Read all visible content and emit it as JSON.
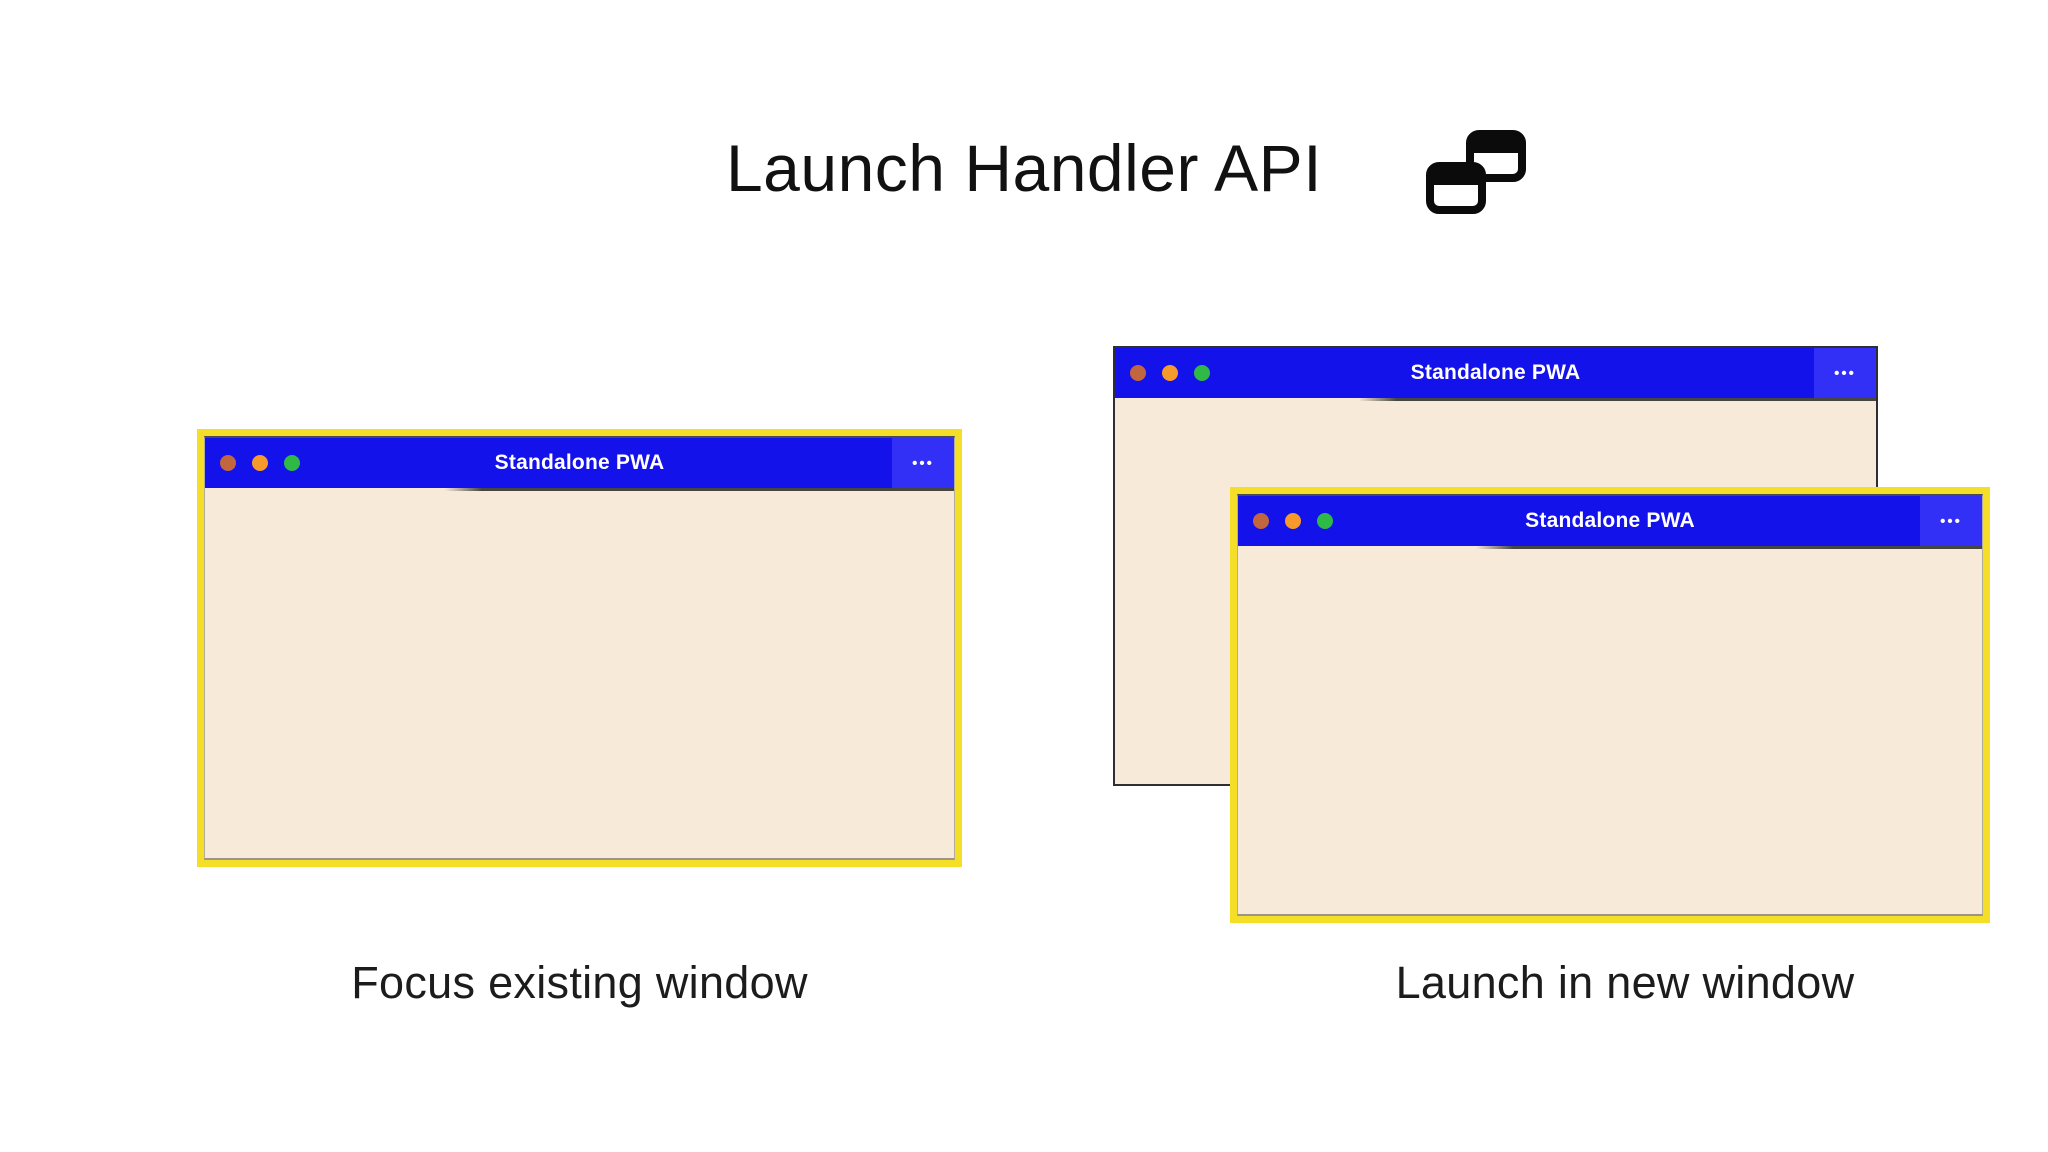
{
  "header": {
    "title": "Launch Handler API",
    "icon": "overlapping-windows-icon"
  },
  "scenarios": {
    "left": {
      "caption": "Focus existing window",
      "window": {
        "title": "Standalone PWA",
        "menu_glyph": "•••",
        "highlighted": true
      }
    },
    "right": {
      "caption": "Launch in new window",
      "back_window": {
        "title": "Standalone PWA",
        "menu_glyph": "•••",
        "highlighted": false
      },
      "front_window": {
        "title": "Standalone PWA",
        "menu_glyph": "•••",
        "highlighted": true
      }
    }
  },
  "colors": {
    "titlebar_blue": "#1412EB",
    "menu_block_blue": "#322FF7",
    "window_body_cream": "#F8EAD9",
    "highlight_yellow": "#F5DE28",
    "back_window_border": "#2F2F33",
    "traffic_light_red": "#C2663F",
    "traffic_light_orange": "#F8992B",
    "traffic_light_green": "#2FBA47",
    "window_title_text": "#FFFFFF",
    "heading_text": "#111111",
    "caption_text": "#1C1C1C"
  }
}
